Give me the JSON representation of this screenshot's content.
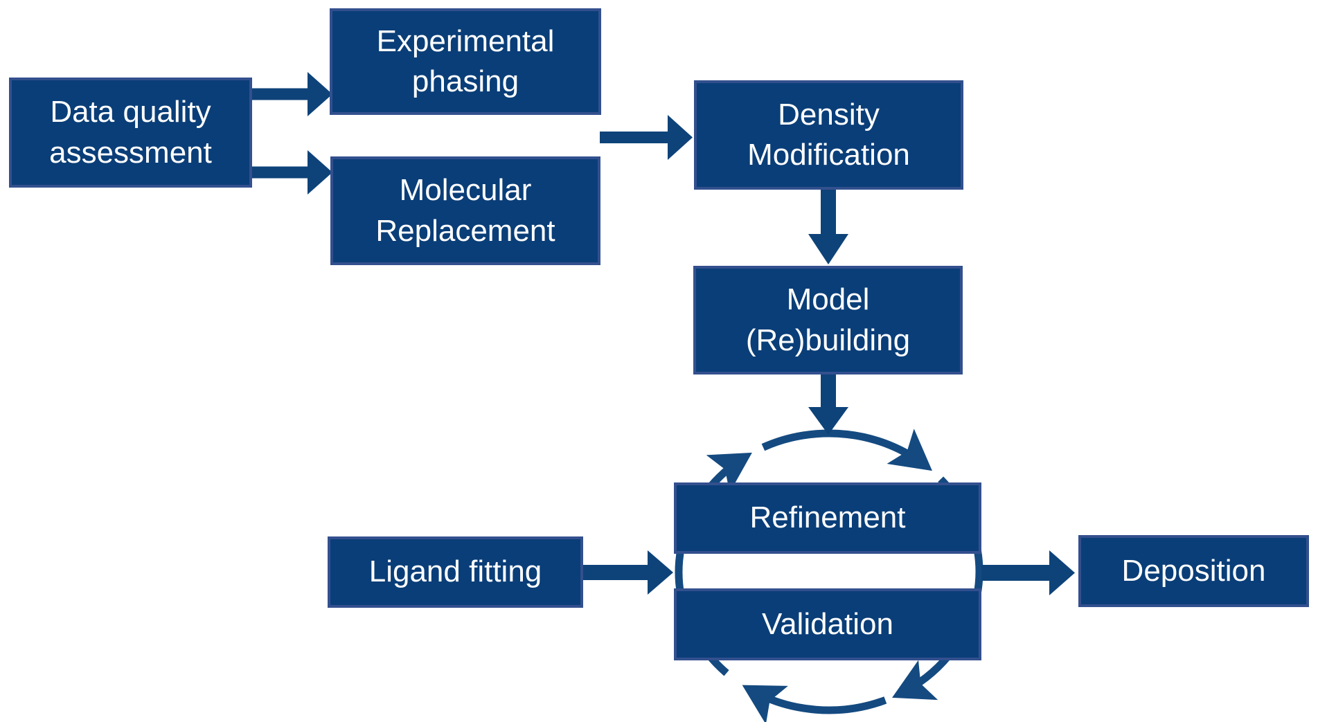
{
  "colors": {
    "background": "#ffffff",
    "box_fill": "#0a3e78",
    "box_border": "#33508e",
    "arrow": "#0e4379",
    "text": "#ffffff"
  },
  "nodes": {
    "data_quality_assessment": {
      "label": "Data quality assessment",
      "line1": "Data quality",
      "line2": "assessment"
    },
    "experimental_phasing": {
      "label": "Experimental phasing",
      "line1": "Experimental",
      "line2": "phasing"
    },
    "molecular_replacement": {
      "label": "Molecular Replacement",
      "line1": "Molecular",
      "line2": "Replacement"
    },
    "density_modification": {
      "label": "Density Modification",
      "line1": "Density",
      "line2": "Modification"
    },
    "model_rebuilding": {
      "label": "Model (Re)building",
      "line1": "Model",
      "line2": "(Re)building"
    },
    "refinement": {
      "label": "Refinement"
    },
    "validation": {
      "label": "Validation"
    },
    "ligand_fitting": {
      "label": "Ligand fitting"
    },
    "deposition": {
      "label": "Deposition"
    }
  },
  "edges": [
    {
      "from": "Data quality assessment",
      "to": "Experimental phasing"
    },
    {
      "from": "Data quality assessment",
      "to": "Molecular Replacement"
    },
    {
      "from": "Experimental phasing / Molecular Replacement",
      "to": "Density Modification"
    },
    {
      "from": "Density Modification",
      "to": "Model (Re)building"
    },
    {
      "from": "Model (Re)building",
      "to": "Refinement-Validation cycle"
    },
    {
      "from": "Ligand fitting",
      "to": "Refinement-Validation cycle"
    },
    {
      "from": "Refinement-Validation cycle",
      "to": "Deposition"
    }
  ],
  "cycle": {
    "members": [
      "Refinement",
      "Validation"
    ],
    "direction": "clockwise",
    "arrowheads": 4
  }
}
